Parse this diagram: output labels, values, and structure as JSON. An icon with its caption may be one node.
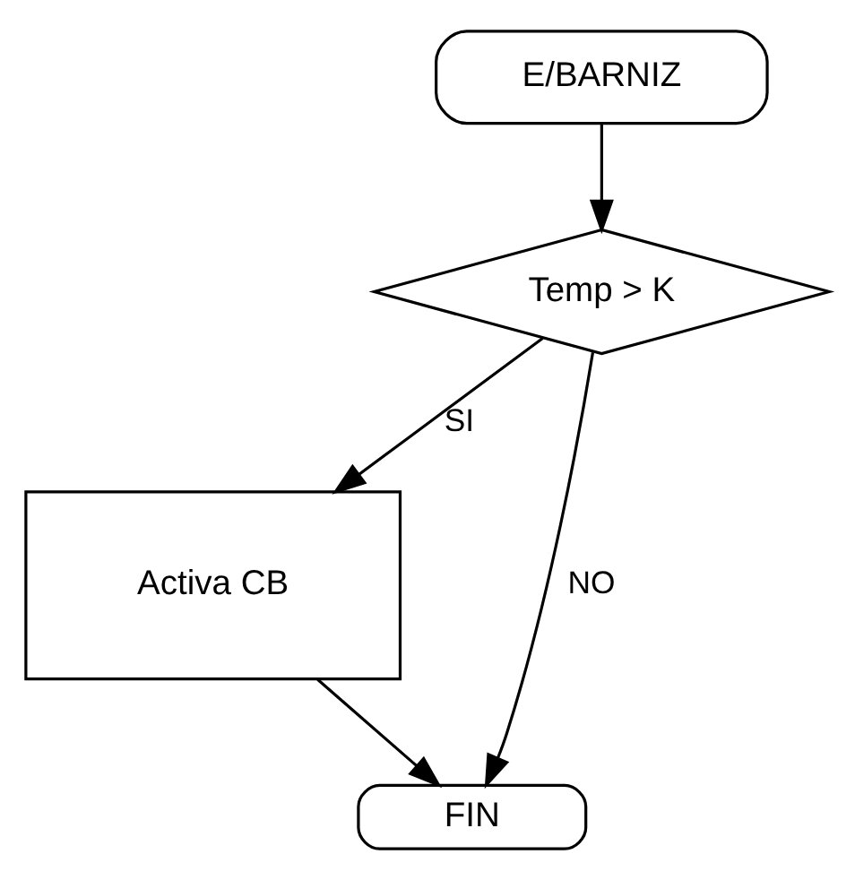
{
  "diagram": {
    "nodes": [
      {
        "text": [
          "E/BARNIZ"
        ]
      },
      {
        "text": [
          "Temp > K"
        ]
      },
      {
        "text": [
          "Activa CB"
        ]
      },
      {
        "text": [
          "FIN"
        ]
      }
    ],
    "edges": [
      {
        "from": 0,
        "to": 1,
        "arrow": "to"
      },
      {
        "from": 1,
        "to": 2,
        "arrow": "to",
        "label": "SI"
      },
      {
        "from": 1,
        "to": 3,
        "arrow": "to",
        "label": "NO"
      },
      {
        "from": 2,
        "to": 3,
        "arrow": "to"
      }
    ]
  }
}
